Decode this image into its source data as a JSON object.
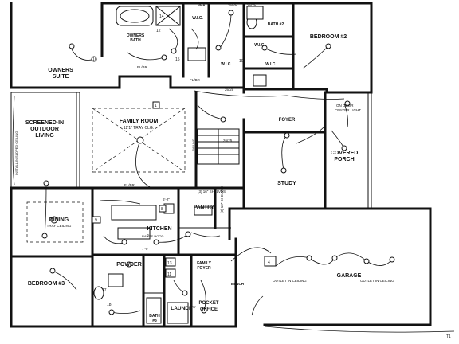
{
  "rooms": {
    "owners_suite": [
      "OWNERS",
      "SUITE"
    ],
    "owners_bath": [
      "OWNERS",
      "BATH"
    ],
    "bath2": "BATH #2",
    "bedroom2": "BEDROOM #2",
    "wic_left": "W.I.C.",
    "wic_right": "W.I.C.",
    "wic_upper": "W.I.C.",
    "wic_bath": "W.I.C.",
    "screened": [
      "SCREENED-IN",
      "OUTDOOR",
      "LIVING"
    ],
    "family_room": "FAMILY ROOM",
    "family_room_note": "12'1\" TRAY CLG.",
    "foyer": "FOYER",
    "covered_porch": [
      "COVERED",
      "PORCH"
    ],
    "study": "STUDY",
    "dining": "DINING",
    "dining_note": "TRAY CEILING",
    "kitchen": "KITCHEN",
    "pantry": "PANTRY",
    "garage": "GARAGE",
    "powder": "POWDER",
    "bedroom3": "BEDROOM #3",
    "family_foyer": [
      "FAMILY",
      "FOYER"
    ],
    "laundry": "LAUNDRY",
    "pocket_office": [
      "POCKET",
      "OFFICE"
    ],
    "bath3": [
      "BATH",
      "#3"
    ],
    "bench": "BENCH",
    "seat": "SEAT"
  },
  "notes": {
    "fl_br_1": "FL/BR",
    "fl_br_2": "FL/BR",
    "fl_br_3": "FL/BR",
    "sm_26": "26/25",
    "sm_26b": "26/25",
    "sm_26c": "26/25",
    "sm_26d": "26/25",
    "on_door": [
      "ON DOOR",
      "CENTER LIGHT"
    ],
    "shelves_1": "(3) 16\" SHELVES",
    "shelves_2": "(3) 16\" SHELVES",
    "outlet_1": "OUTLET IN CEILING",
    "outlet_2": "OUTLET IN CEILING",
    "side_note": "INSTALL IN SLOPED CEILING",
    "railing": "RAILING",
    "range": "RANGE HOOD",
    "t1": "14",
    "t2": "12",
    "t3": "16",
    "t4": "15",
    "t5": "10",
    "t6": "8",
    "t7": "9",
    "t8": "1",
    "t9": "2",
    "t10": "4",
    "t11": "13",
    "t12": "11",
    "t13": "17",
    "t14": "18",
    "dim1": "6'-2\"",
    "dim2": "7'-0\"",
    "corner": "T1"
  },
  "colors": {
    "line": "#111111",
    "paper": "#ffffff"
  }
}
